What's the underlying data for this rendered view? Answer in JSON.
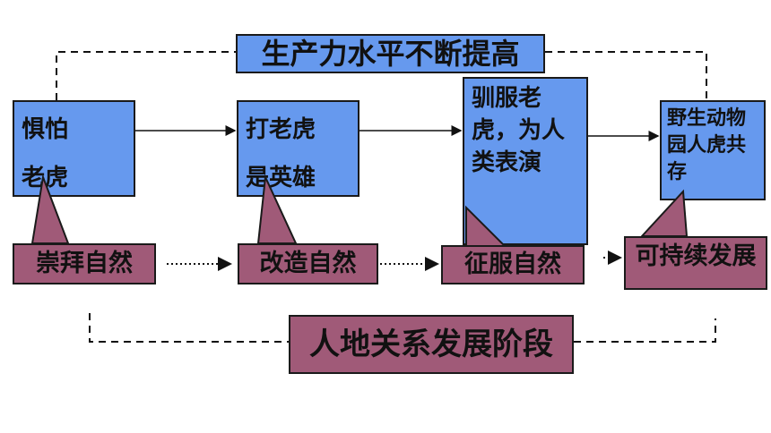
{
  "top_banner": "生产力水平不断提高",
  "bottom_banner": "人地关系发展阶段",
  "stages": [
    {
      "line1": "惧怕",
      "line2": "老虎"
    },
    {
      "line1": "打老虎",
      "line2": "是英雄"
    },
    {
      "text": "驯服老虎，为人类表演"
    },
    {
      "text": "野生动物园人虎共存"
    }
  ],
  "relations": [
    "崇拜自然",
    "改造自然",
    "征服自然",
    "可持续发展"
  ],
  "colors": {
    "stage_fill": "#6699ee",
    "relation_fill": "#a05a78",
    "outline": "#1a1a1a"
  }
}
